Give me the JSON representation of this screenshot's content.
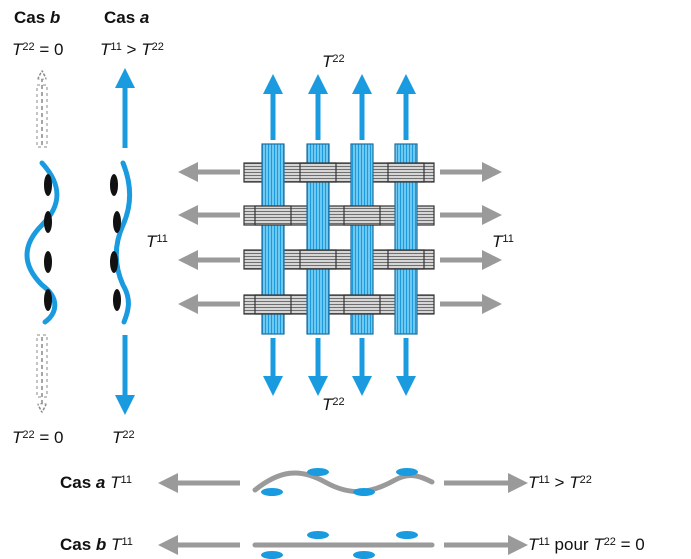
{
  "labels": {
    "cas_b": "Cas ",
    "cas_b_letter": "b",
    "cas_a": "Cas ",
    "cas_a_letter": "a",
    "t_sym": "T",
    "sup_22": "22",
    "sup_11": "11",
    "eq_zero": " = 0",
    "gt": " > ",
    "pour": " pour "
  },
  "colors": {
    "blue": "#1a9be0",
    "light_blue": "#6fc8ef",
    "gray_arrow": "#9a9a9a",
    "gray_bar": "#b8b8b8",
    "black": "#111111"
  }
}
